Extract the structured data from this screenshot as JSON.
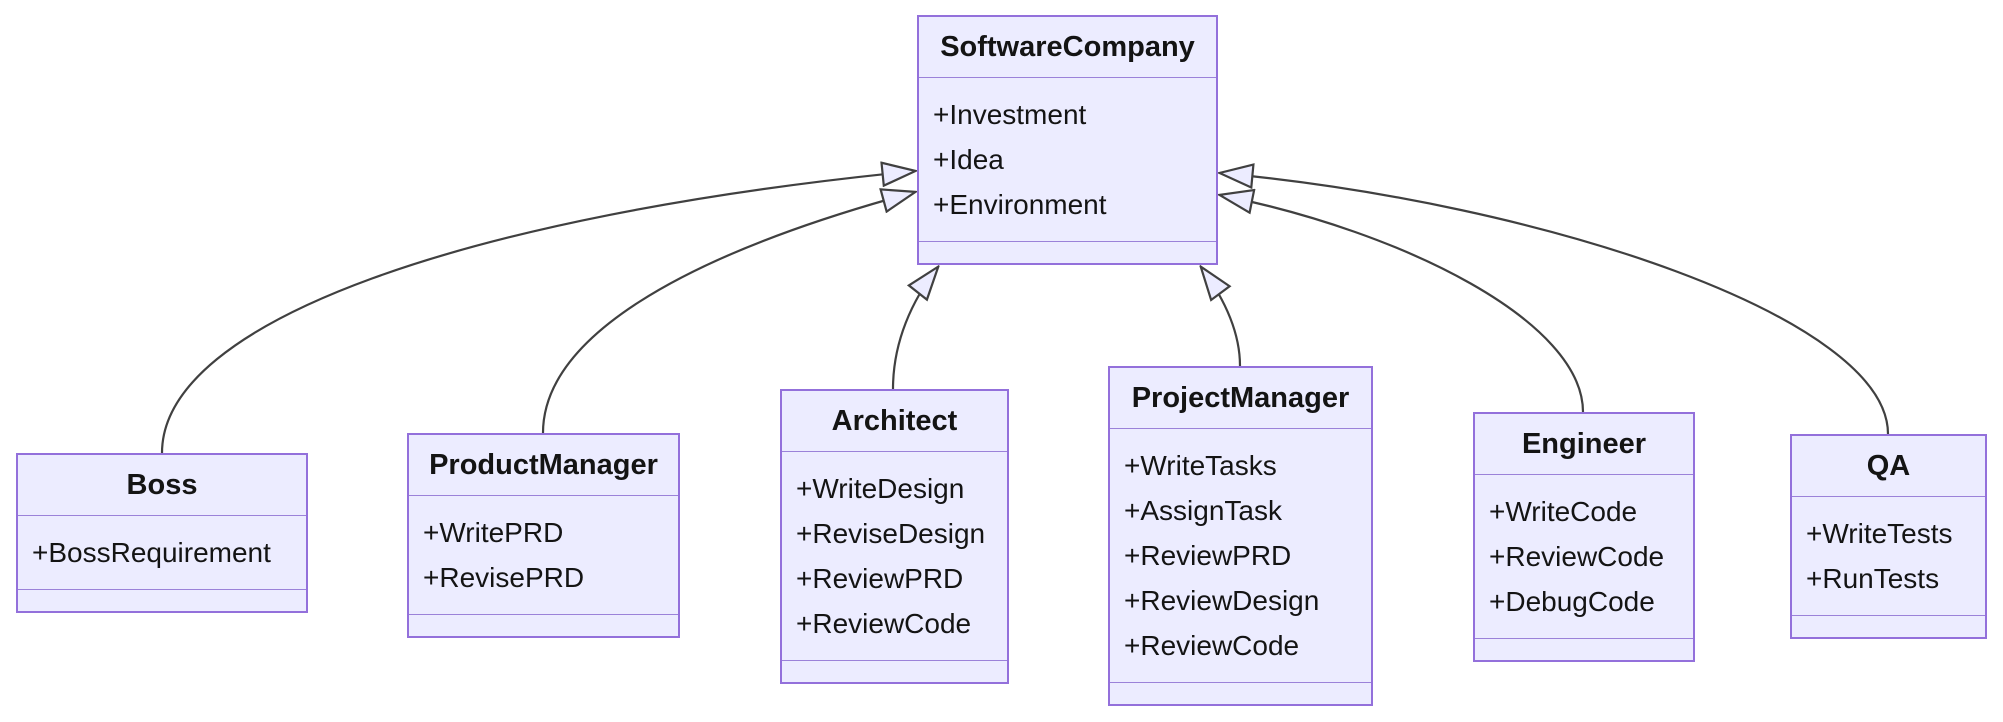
{
  "diagram": {
    "type": "uml-class-diagram",
    "colors": {
      "class_fill": "#ECECFF",
      "class_border": "#9370DB",
      "edge_line": "#404040",
      "text": "#141414",
      "background": "#FFFFFF"
    },
    "classes": {
      "software_company": {
        "name": "SoftwareCompany",
        "attributes": [
          "+Investment",
          "+Idea",
          "+Environment"
        ],
        "methods": []
      },
      "boss": {
        "name": "Boss",
        "attributes": [
          "+BossRequirement"
        ],
        "methods": []
      },
      "product_manager": {
        "name": "ProductManager",
        "attributes": [
          "+WritePRD",
          "+RevisePRD"
        ],
        "methods": []
      },
      "architect": {
        "name": "Architect",
        "attributes": [
          "+WriteDesign",
          "+ReviseDesign",
          "+ReviewPRD",
          "+ReviewCode"
        ],
        "methods": []
      },
      "project_manager": {
        "name": "ProjectManager",
        "attributes": [
          "+WriteTasks",
          "+AssignTask",
          "+ReviewPRD",
          "+ReviewDesign",
          "+ReviewCode"
        ],
        "methods": []
      },
      "engineer": {
        "name": "Engineer",
        "attributes": [
          "+WriteCode",
          "+ReviewCode",
          "+DebugCode"
        ],
        "methods": []
      },
      "qa": {
        "name": "QA",
        "attributes": [
          "+WriteTests",
          "+RunTests"
        ],
        "methods": []
      }
    },
    "relationships": [
      {
        "from": "Boss",
        "to": "SoftwareCompany",
        "type": "inheritance"
      },
      {
        "from": "ProductManager",
        "to": "SoftwareCompany",
        "type": "inheritance"
      },
      {
        "from": "Architect",
        "to": "SoftwareCompany",
        "type": "inheritance"
      },
      {
        "from": "ProjectManager",
        "to": "SoftwareCompany",
        "type": "inheritance"
      },
      {
        "from": "Engineer",
        "to": "SoftwareCompany",
        "type": "inheritance"
      },
      {
        "from": "QA",
        "to": "SoftwareCompany",
        "type": "inheritance"
      }
    ]
  }
}
